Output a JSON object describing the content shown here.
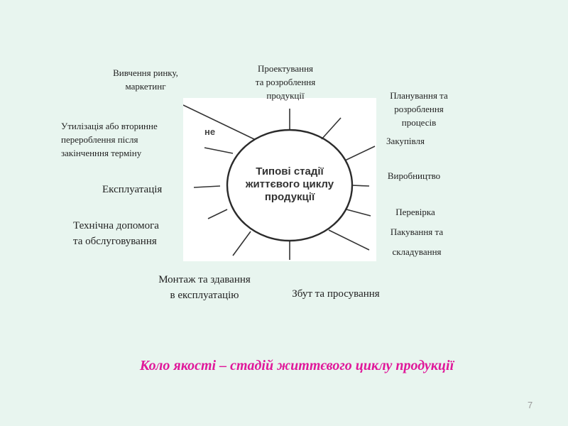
{
  "diagram": {
    "center_title": "Типові стадії\nжиттєвого циклу\nпродукції",
    "fragment": "не",
    "stages": {
      "market": "Вивчення ринку,\nмаркетинг",
      "design": "Проектування\nта розроблення\nпродукції",
      "process": "Планування та\nрозроблення\nпроцесів",
      "purchase": "Закупівля",
      "production": "Виробництво",
      "inspection": "Перевірка",
      "packaging": "Пакування та",
      "storage": "складування",
      "sales": "Збут та просування",
      "installation": "Монтаж та здавання\nв експлуатацію",
      "support": "Технічна    допомога\nта обслуговування",
      "operation": "Експлуатація",
      "disposal": "Утилізація або вторинне\nперероблення після\nзакінченння терміну"
    }
  },
  "caption": "Коло якості – стадій життєвого циклу продукції",
  "page_number": "7"
}
